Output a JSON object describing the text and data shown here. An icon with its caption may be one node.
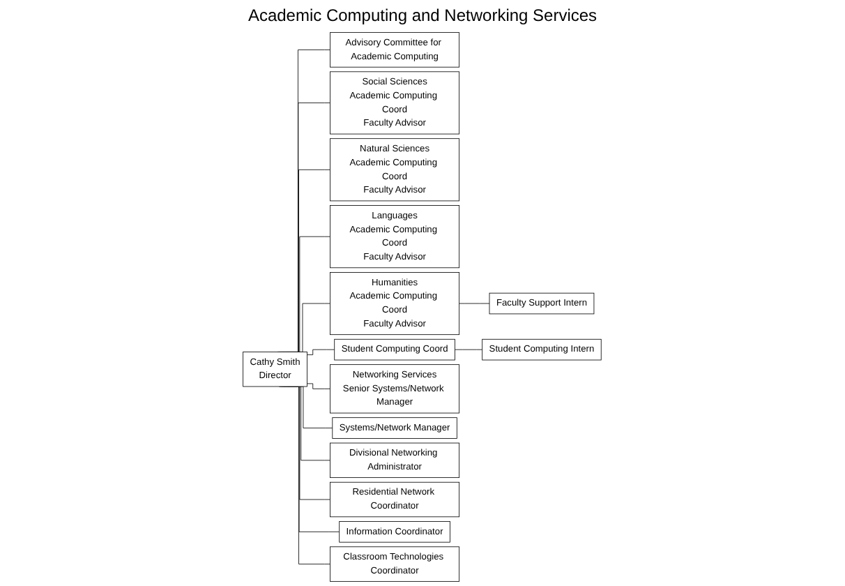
{
  "diagram": {
    "title": "Academic Computing and Networking Services",
    "nodes": [
      {
        "text": [
          "Cathy Smith",
          "Director"
        ]
      },
      {
        "text": [
          "Advisory Committee for Academic Computing"
        ]
      },
      {
        "text": [
          "Social Sciences",
          "Academic Computing Coord",
          "Faculty Advisor"
        ]
      },
      {
        "text": [
          "Natural Sciences",
          "Academic Computing Coord",
          "Faculty Advisor"
        ]
      },
      {
        "text": [
          "Languages",
          "Academic Computing Coord",
          "Faculty Advisor"
        ]
      },
      {
        "text": [
          "Humanities",
          "Academic Computing Coord",
          "Faculty Advisor"
        ]
      },
      {
        "text": [
          "Faculty Support Intern"
        ]
      },
      {
        "text": [
          "Student Computing Coord"
        ]
      },
      {
        "text": [
          "Student Computing Intern"
        ]
      },
      {
        "text": [
          "Networking Services",
          "Senior Systems/Network Manager"
        ]
      },
      {
        "text": [
          "Systems/Network Manager"
        ]
      },
      {
        "text": [
          "Divisional Networking Administrator"
        ]
      },
      {
        "text": [
          "Residential Network Coordinator"
        ]
      },
      {
        "text": [
          "Information Coordinator"
        ]
      },
      {
        "text": [
          "Classroom Technologies Coordinator"
        ]
      }
    ],
    "edges": [
      {
        "from": 0,
        "to": 1,
        "arrow": "none"
      },
      {
        "from": 0,
        "to": 2,
        "arrow": "none"
      },
      {
        "from": 0,
        "to": 3,
        "arrow": "none"
      },
      {
        "from": 0,
        "to": 4,
        "arrow": "none"
      },
      {
        "from": 0,
        "to": 5,
        "arrow": "none"
      },
      {
        "from": 5,
        "to": 6,
        "arrow": "none"
      },
      {
        "from": 0,
        "to": 7,
        "arrow": "none"
      },
      {
        "from": 7,
        "to": 8,
        "arrow": "none"
      },
      {
        "from": 0,
        "to": 9,
        "arrow": "none"
      },
      {
        "from": 0,
        "to": 10,
        "arrow": "none"
      },
      {
        "from": 0,
        "to": 11,
        "arrow": "none"
      },
      {
        "from": 0,
        "to": 12,
        "arrow": "none"
      },
      {
        "from": 0,
        "to": 13,
        "arrow": "none"
      },
      {
        "from": 0,
        "to": 14,
        "arrow": "none"
      }
    ]
  }
}
